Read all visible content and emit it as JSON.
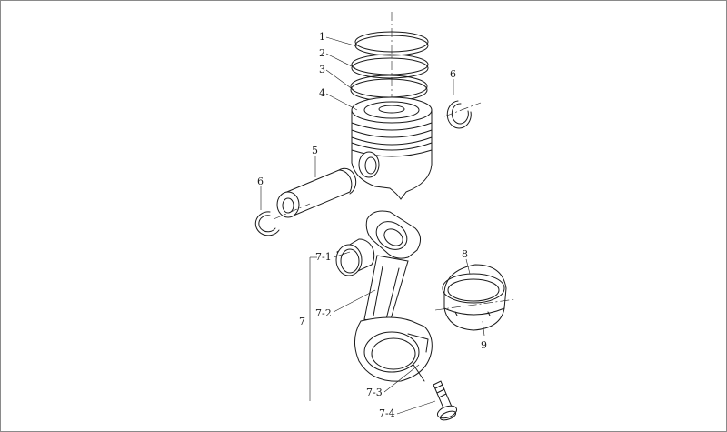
{
  "labels": {
    "ring_1": "1",
    "ring_2": "2",
    "ring_3": "3",
    "piston": "4",
    "pin": "5",
    "snap_ring_right": "6",
    "snap_ring_left": "6",
    "rod_assembly": "7",
    "bushing": "7-1",
    "rod_body": "7-2",
    "rod_cap": "7-3",
    "rod_bolt": "7-4",
    "bearing_upper": "8",
    "bearing_lower": "9"
  },
  "colors": {
    "line": "#1a1a1a",
    "background": "#ffffff",
    "frame": "#8a8a8a"
  }
}
